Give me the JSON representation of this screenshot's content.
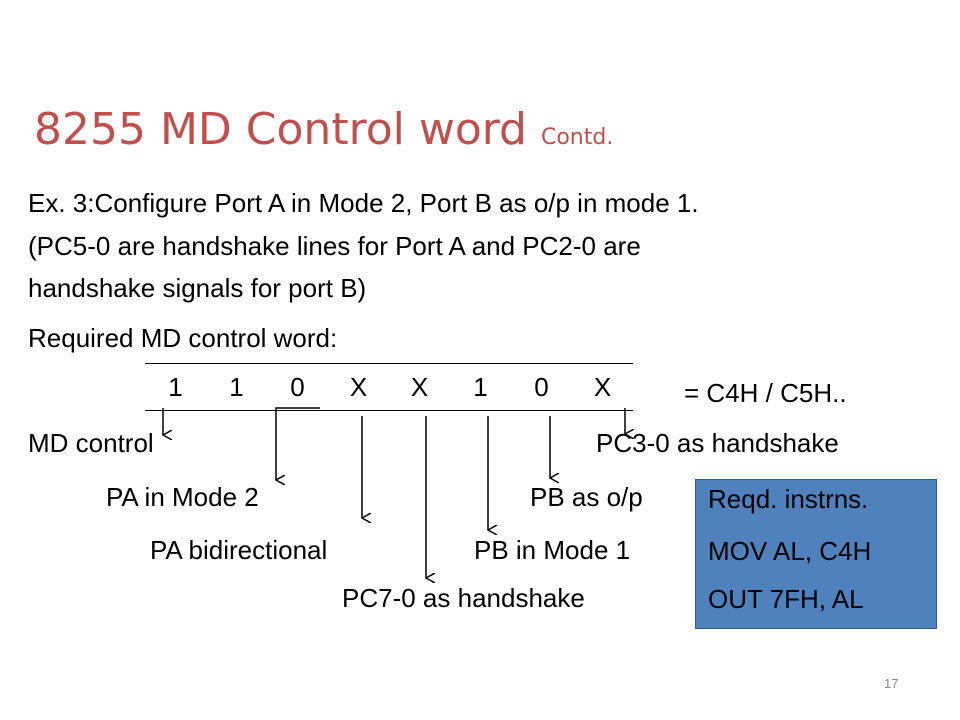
{
  "slide": {
    "title": "8255 MD Control word",
    "title_suffix": "Contd.",
    "example_lines": [
      "Ex. 3:Configure Port A in Mode 2, Port B as o/p in mode 1.",
      "(PC5-0 are handshake lines for Port A and PC2-0 are",
      "handshake signals for port B)"
    ],
    "required_label": "Required MD control word:",
    "bits": [
      "1",
      "1",
      "0",
      "X",
      "X",
      "1",
      "0",
      "X"
    ],
    "result": "=  C4H / C5H..",
    "labels": {
      "md_control": "MD control",
      "pc30": "PC3-0 as handshake",
      "pa_mode2": "PA in Mode 2",
      "pb_op": "PB as o/p",
      "pa_bidir": "PA bidirectional",
      "pb_mode1": "PB in Mode 1",
      "pc70": "PC7-0 as handshake"
    },
    "instructions": {
      "heading": "Reqd. instrns.",
      "lines": [
        "MOV AL, C4H",
        "OUT 7FH, AL"
      ]
    },
    "page_number": "17",
    "colors": {
      "title": "#c0504d",
      "instr_box": "#4f81bd"
    }
  }
}
